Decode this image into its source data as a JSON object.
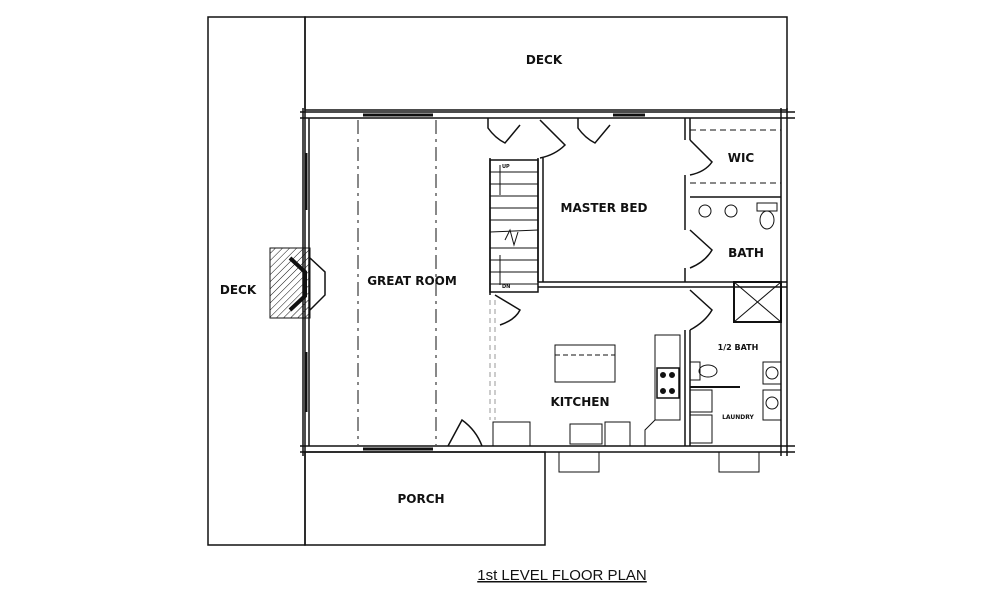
{
  "title": "1st LEVEL FLOOR PLAN",
  "rooms": {
    "deck_top": "DECK",
    "deck_left": "DECK",
    "great_room": "GREAT ROOM",
    "master_bed": "MASTER BED",
    "wic": "WIC",
    "bath": "BATH",
    "half_bath": "1/2 BATH",
    "kitchen": "KITCHEN",
    "laundry": "LAUNDRY",
    "porch": "PORCH"
  },
  "stairs": {
    "up": "UP",
    "down": "DN"
  }
}
